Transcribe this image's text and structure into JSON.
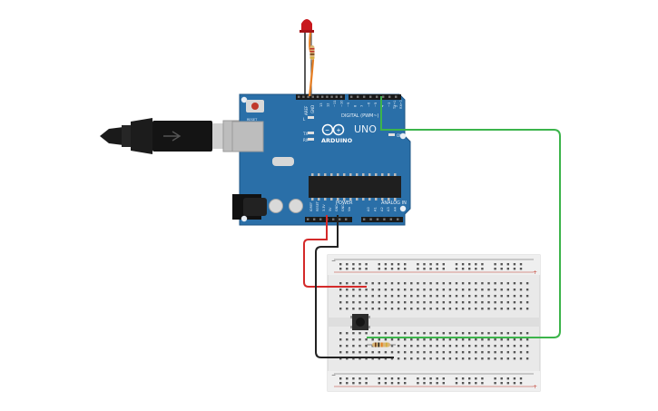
{
  "board": {
    "name": "ARDUINO",
    "model": "UNO",
    "header_digital": "DIGITAL (PWM~)",
    "header_power": "POWER",
    "header_analog": "ANALOG IN",
    "label_aref": "AREF",
    "label_gnd_top": "GND",
    "label_reset": "RESET",
    "label_on": "ON",
    "label_l": "L",
    "label_tx": "TX",
    "label_rx": "RX",
    "label_tx1": "TX→1",
    "label_rx0": "RX←0",
    "digital_pins": [
      "13",
      "12",
      "~11",
      "~10",
      "~9",
      "8",
      "7",
      "~6",
      "~5",
      "4",
      "~3",
      "2"
    ],
    "power_pins": [
      "IOREF",
      "RESET",
      "3.3V",
      "5V",
      "GND",
      "GND",
      "Vin"
    ],
    "analog_pins": [
      "A0",
      "A1",
      "A2",
      "A3",
      "A4",
      "A5"
    ]
  },
  "colors": {
    "board": "#2a6fa8",
    "wire_green": "#3cb44b",
    "wire_red": "#d42a2a",
    "wire_black": "#222222",
    "led": "#c8191e",
    "breadboard": "#e9e9e9"
  },
  "components": {
    "led": "led-red",
    "resistor_led": "resistor-220",
    "resistor_button": "resistor-10k",
    "button": "push-button"
  }
}
